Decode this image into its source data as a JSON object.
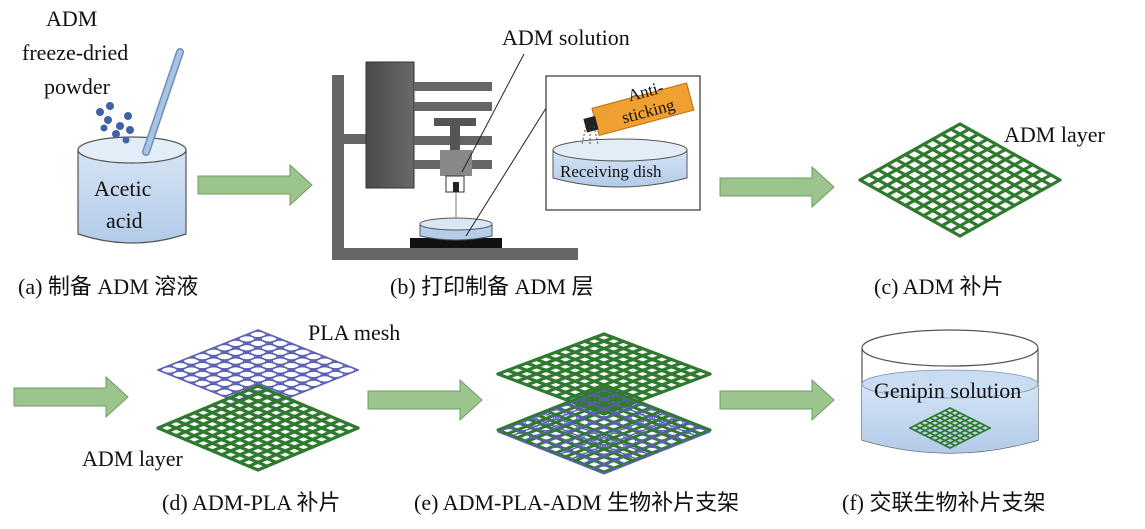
{
  "labels": {
    "adm_powder_l1": "ADM",
    "adm_powder_l2": "freeze-dried",
    "adm_powder_l3": "powder",
    "acetic_l1": "Acetic",
    "acetic_l2": "acid",
    "adm_solution": "ADM solution",
    "anti_l1": "Anti-",
    "anti_l2": "sticking",
    "receiving_dish": "Receiving dish",
    "adm_layer_c": "ADM layer",
    "pla_mesh": "PLA mesh",
    "adm_layer_d": "ADM layer",
    "genipin": "Genipin solution"
  },
  "captions": {
    "a": "(a) 制备 ADM 溶液",
    "b": "(b) 打印制备 ADM 层",
    "c": "(c) ADM 补片",
    "d": "(d) ADM-PLA 补片",
    "e": "(e) ADM-PLA-ADM 生物补片支架",
    "f": "(f) 交联生物补片支架"
  },
  "colors": {
    "arrow": "#9cc58d",
    "arrow_stroke": "#6f9a63",
    "liquid": "#bcd3ee",
    "mesh_green": "#2f7a2f",
    "mesh_blue": "#5a5fb4",
    "printer": "#5a5a5a",
    "nozzle_orange": "#f0a030"
  }
}
